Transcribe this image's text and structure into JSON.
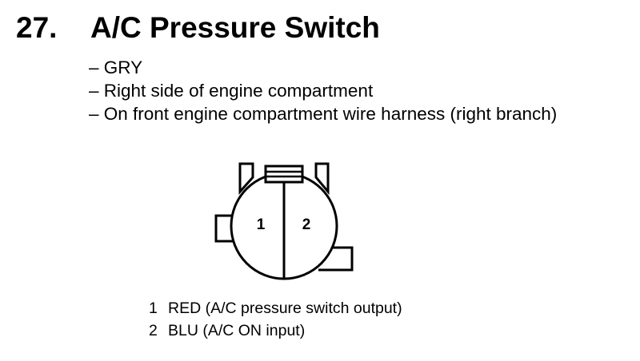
{
  "header": {
    "number": "27.",
    "title": "A/C Pressure Switch"
  },
  "details": [
    "– GRY",
    "– Right side of engine compartment",
    "– On front engine compartment wire harness (right branch)"
  ],
  "connector": {
    "pin_labels": [
      "1",
      "2"
    ]
  },
  "pins": [
    {
      "number": "1",
      "description": "RED (A/C pressure switch output)"
    },
    {
      "number": "2",
      "description": "BLU (A/C ON input)"
    }
  ]
}
